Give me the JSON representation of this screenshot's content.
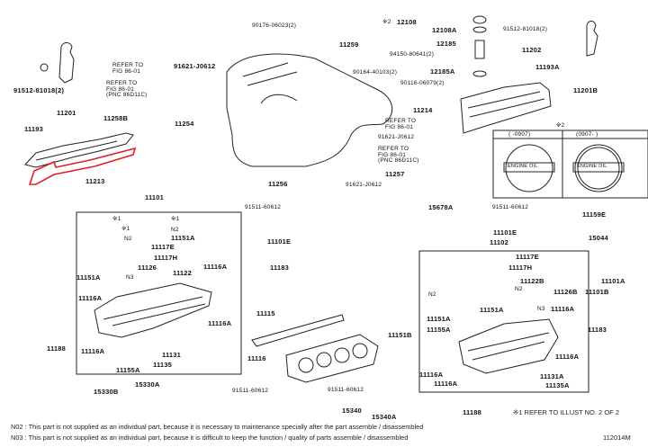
{
  "diagram": {
    "title": "Cylinder head & cylinder head cover assembly parts diagram",
    "illustration_id": "112014M",
    "highlight_color": "#e02020",
    "highlighted_part": "11213",
    "labels": {
      "p91512_81018_left": "91512-81018(2)",
      "refer_fig_1": "REFER TO\nFIG 86-01",
      "refer_fig_2": "REFER TO\nFIG 86-01\n(PNC 86D11C)",
      "p91621_J0612_a": "91621-J0612",
      "p11258B": "11258B",
      "p11254": "11254",
      "p11201": "11201",
      "p11193": "11193",
      "p11213": "11213",
      "p90176_06023": "90176-06023(2)",
      "p11259": "11259",
      "p90164_40103": "90164-40103(2)",
      "refer_fig_3": "REFER TO\nFIG 86-01",
      "p91621_J0612_b": "91621-J0612",
      "refer_fig_4": "REFER TO\nFIG 86-01\n(PNC 86D11C)",
      "p11257": "11257",
      "p11256": "11256",
      "p91621_J0612_c": "91621-J0612",
      "p12108": "12108",
      "p12108_mark": "※2",
      "p12108A": "12108A",
      "p12185": "12185",
      "p94150_80641": "94150-80641(2)",
      "p12185A": "12185A",
      "p90116_06079": "90116-06079(2)",
      "p11214": "11214",
      "p91512_81018_right": "91512-81018(2)",
      "p11202": "11202",
      "p11193A": "11193A",
      "p11201B": "11201B",
      "p11101": "11101",
      "p91511_60612_a": "91511-60612",
      "p11101E_left": "11101E",
      "p11183_left": "11183",
      "p11151A_l1": "11151A",
      "p11117E_l": "11117E",
      "p11117H_l": "11117H",
      "p11126": "11126",
      "p11122": "11122",
      "p11151A_l2": "11151A",
      "p11116A_l1": "11116A",
      "p11116A_l2": "11116A",
      "p11116A_l3": "11116A",
      "p11116A_l4": "11116A",
      "p11188_l": "11188",
      "p11131": "11131",
      "p11135": "11135",
      "p11155A_l": "11155A",
      "p15330A": "15330A",
      "p15330B": "15330B",
      "p91511_60612_b": "91511-60612",
      "p11115": "11115",
      "p11116": "11116",
      "p11151B": "11151B",
      "p91511_60612_c": "91511-60612",
      "p15340": "15340",
      "p15340A": "15340A",
      "p15678A": "15678A",
      "p91511_60612_d": "91511-60612",
      "p11101E_right": "11101E",
      "p11102": "11102",
      "p11159E": "11159E",
      "p15044": "15044",
      "p11117E_r": "11117E",
      "p11117H_r": "11117H",
      "p11122B": "11122B",
      "p11126B": "11126B",
      "p11101A": "11101A",
      "p11101B": "11101B",
      "p11151A_r1": "11151A",
      "p11151A_r2": "11151A",
      "p11155A_r": "11155A",
      "p11116A_r1": "11116A",
      "p11116A_r2": "11116A",
      "p11116A_r3": "11116A",
      "p11116A_r4": "11116A",
      "p11183_right": "11183",
      "p11131A": "11131A",
      "p11135A": "11135A",
      "p11188_r": "11188",
      "mark_star1": "※1",
      "mark_n2": "N2",
      "mark_n3": "N3"
    },
    "inset": {
      "mark": "※2",
      "col_left_header": "(  -0907)",
      "col_right_header": "(0907-  )",
      "cap_text": "ENGINE OIL"
    },
    "refer_note": "※1  REFER TO ILLUST NO. 2 OF 2",
    "footnotes": [
      "N02 : This part is not supplied as an individual part, because it is necessary to maintenance specially after the part assemble / disassembled",
      "N03 : This part is not supplied as an individual part, because it is difficult to keep the function / quality of parts  assemble / disassembled"
    ]
  }
}
